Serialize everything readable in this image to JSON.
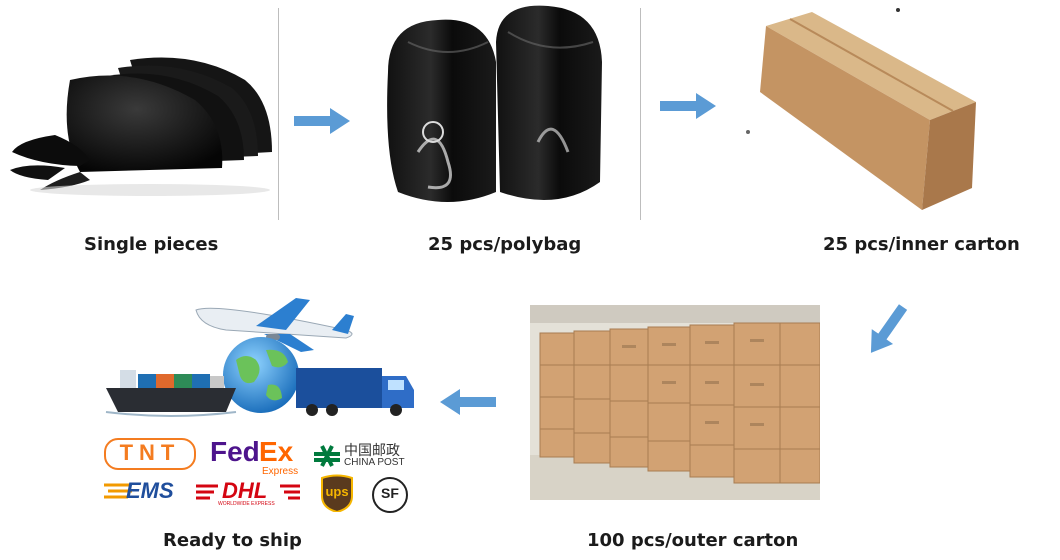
{
  "steps": [
    {
      "caption": "Single pieces"
    },
    {
      "caption": "25 pcs/polybag"
    },
    {
      "caption": "25 pcs/inner carton"
    },
    {
      "caption": "100 pcs/outer carton"
    },
    {
      "caption": "Ready to ship"
    }
  ],
  "carriers": {
    "tnt": "TNT",
    "fedex_fed": "Fed",
    "fedex_ex": "Ex",
    "fedex_sub": "Express",
    "chinapost_cn": "中国邮政",
    "chinapost_en": "CHINA POST",
    "ems": "EMS",
    "dhl": "DHL",
    "dhl_sub": "WORLDWIDE EXPRESS",
    "ups": "ups",
    "sf": "SF"
  },
  "colors": {
    "arrow": "#5b9bd5",
    "cap": "#0d0d0d",
    "carton": "#c9a06e",
    "tnt": "#f47c20",
    "fedex_purple": "#4d148c",
    "fedex_orange": "#ff6600",
    "dhl_red": "#d40511",
    "chinapost_green": "#007a3d",
    "ems_blue": "#1f4e9c",
    "ups_brown": "#5a3a1e",
    "ups_gold": "#f6b600"
  }
}
